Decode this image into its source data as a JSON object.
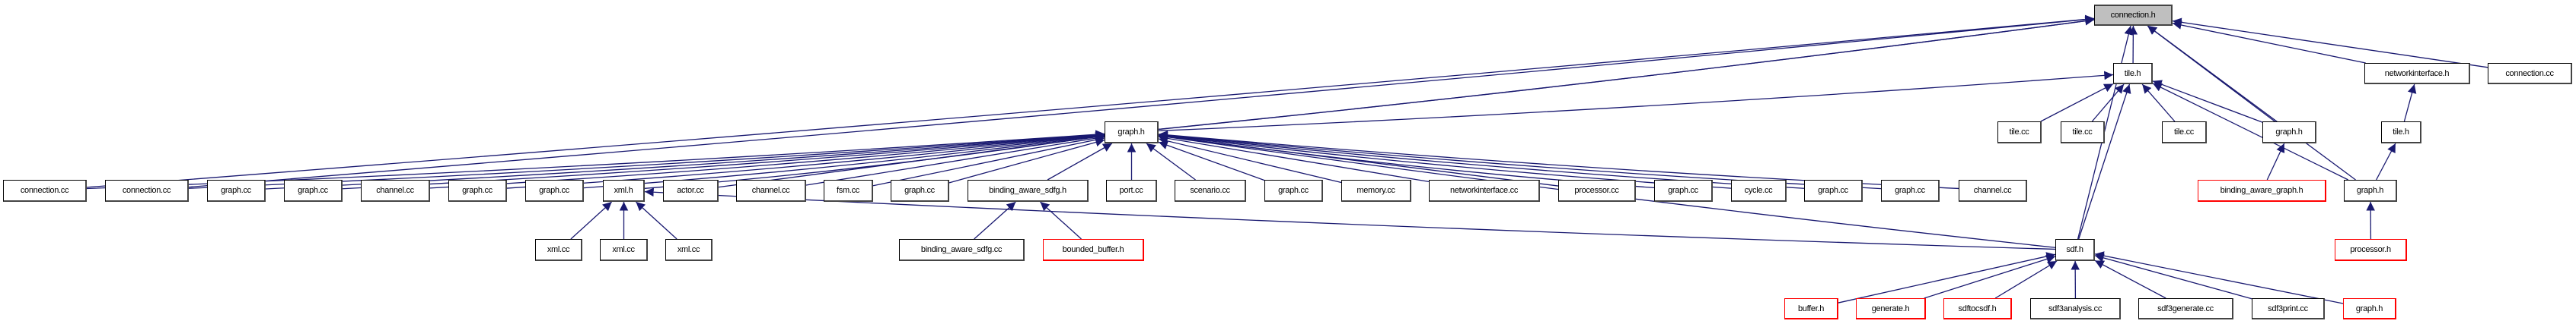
{
  "title": "connection.h",
  "colors": {
    "edge": "#191970",
    "root_fill": "#bfbfbf",
    "missing_border": "#ff0000"
  },
  "nodes": [
    {
      "id": "root",
      "label": "connection.h",
      "style": "root"
    },
    {
      "id": "tile_h",
      "label": "tile.h"
    },
    {
      "id": "ni_h",
      "label": "networkinterface.h"
    },
    {
      "id": "conn_cc_r",
      "label": "connection.cc"
    },
    {
      "id": "graph_h_main",
      "label": "graph.h"
    },
    {
      "id": "tile_cc1",
      "label": "tile.cc"
    },
    {
      "id": "tile_cc2",
      "label": "tile.cc"
    },
    {
      "id": "tile_cc3",
      "label": "tile.cc"
    },
    {
      "id": "graph_h_r3",
      "label": "graph.h"
    },
    {
      "id": "tile_h2",
      "label": "tile.h"
    },
    {
      "id": "conn_cc1",
      "label": "connection.cc"
    },
    {
      "id": "conn_cc2",
      "label": "connection.cc"
    },
    {
      "id": "graph_cc1",
      "label": "graph.cc"
    },
    {
      "id": "graph_cc2",
      "label": "graph.cc"
    },
    {
      "id": "channel_cc1",
      "label": "channel.cc"
    },
    {
      "id": "graph_cc3",
      "label": "graph.cc"
    },
    {
      "id": "graph_cc4",
      "label": "graph.cc"
    },
    {
      "id": "xml_h",
      "label": "xml.h"
    },
    {
      "id": "actor_cc",
      "label": "actor.cc"
    },
    {
      "id": "channel_cc2",
      "label": "channel.cc"
    },
    {
      "id": "fsm_cc",
      "label": "fsm.cc"
    },
    {
      "id": "graph_cc5",
      "label": "graph.cc"
    },
    {
      "id": "bas_h",
      "label": "binding_aware_sdfg.h"
    },
    {
      "id": "port_cc",
      "label": "port.cc"
    },
    {
      "id": "scenario_cc",
      "label": "scenario.cc"
    },
    {
      "id": "graph_cc6",
      "label": "graph.cc"
    },
    {
      "id": "memory_cc",
      "label": "memory.cc"
    },
    {
      "id": "ni_cc",
      "label": "networkinterface.cc"
    },
    {
      "id": "processor_cc",
      "label": "processor.cc"
    },
    {
      "id": "graph_cc7",
      "label": "graph.cc"
    },
    {
      "id": "cycle_cc",
      "label": "cycle.cc"
    },
    {
      "id": "graph_cc8",
      "label": "graph.cc"
    },
    {
      "id": "graph_cc9",
      "label": "graph.cc"
    },
    {
      "id": "channel_cc3",
      "label": "channel.cc"
    },
    {
      "id": "bag_h",
      "label": "binding_aware_graph.h",
      "style": "red"
    },
    {
      "id": "graph_h_r4",
      "label": "graph.h"
    },
    {
      "id": "xml_cc1",
      "label": "xml.cc"
    },
    {
      "id": "xml_cc2",
      "label": "xml.cc"
    },
    {
      "id": "xml_cc3",
      "label": "xml.cc"
    },
    {
      "id": "bas_cc",
      "label": "binding_aware_sdfg.cc"
    },
    {
      "id": "bb_h",
      "label": "bounded_buffer.h",
      "style": "red"
    },
    {
      "id": "sdf_h",
      "label": "sdf.h"
    },
    {
      "id": "processor_h",
      "label": "processor.h",
      "style": "red"
    },
    {
      "id": "buffer_h",
      "label": "buffer.h",
      "style": "red"
    },
    {
      "id": "generate_h",
      "label": "generate.h",
      "style": "red"
    },
    {
      "id": "sdftocsdf_h",
      "label": "sdftocsdf.h",
      "style": "red"
    },
    {
      "id": "sdf3analysis_cc",
      "label": "sdf3analysis.cc"
    },
    {
      "id": "sdf3generate_cc",
      "label": "sdf3generate.cc"
    },
    {
      "id": "sdf3print_cc",
      "label": "sdf3print.cc"
    },
    {
      "id": "graph_h_red",
      "label": "graph.h",
      "style": "red"
    }
  ],
  "edges": [
    [
      "conn_cc1",
      "root"
    ],
    [
      "conn_cc2",
      "root"
    ],
    [
      "graph_h_main",
      "root"
    ],
    [
      "graph_h_main",
      "root"
    ],
    [
      "tile_h",
      "root"
    ],
    [
      "sdf_h",
      "root"
    ],
    [
      "graph_h_r3",
      "root"
    ],
    [
      "graph_h_r4",
      "root"
    ],
    [
      "ni_h",
      "root"
    ],
    [
      "conn_cc_r",
      "root"
    ],
    [
      "graph_h_main",
      "tile_h"
    ],
    [
      "tile_cc1",
      "tile_h"
    ],
    [
      "tile_cc2",
      "tile_h"
    ],
    [
      "tile_cc3",
      "tile_h"
    ],
    [
      "graph_h_r3",
      "tile_h"
    ],
    [
      "graph_h_r4",
      "tile_h"
    ],
    [
      "sdf_h",
      "tile_h"
    ],
    [
      "tile_h2",
      "ni_h"
    ],
    [
      "graph_h_r4",
      "tile_h2"
    ],
    [
      "bag_h",
      "graph_h_r3"
    ],
    [
      "processor_h",
      "graph_h_r4"
    ],
    [
      "conn_cc1",
      "graph_h_main"
    ],
    [
      "conn_cc2",
      "graph_h_main"
    ],
    [
      "graph_cc1",
      "graph_h_main"
    ],
    [
      "graph_cc2",
      "graph_h_main"
    ],
    [
      "channel_cc1",
      "graph_h_main"
    ],
    [
      "graph_cc3",
      "graph_h_main"
    ],
    [
      "graph_cc4",
      "graph_h_main"
    ],
    [
      "xml_h",
      "graph_h_main"
    ],
    [
      "actor_cc",
      "graph_h_main"
    ],
    [
      "channel_cc2",
      "graph_h_main"
    ],
    [
      "fsm_cc",
      "graph_h_main"
    ],
    [
      "graph_cc5",
      "graph_h_main"
    ],
    [
      "bas_h",
      "graph_h_main"
    ],
    [
      "port_cc",
      "graph_h_main"
    ],
    [
      "scenario_cc",
      "graph_h_main"
    ],
    [
      "graph_cc6",
      "graph_h_main"
    ],
    [
      "memory_cc",
      "graph_h_main"
    ],
    [
      "ni_cc",
      "graph_h_main"
    ],
    [
      "processor_cc",
      "graph_h_main"
    ],
    [
      "graph_cc7",
      "graph_h_main"
    ],
    [
      "cycle_cc",
      "graph_h_main"
    ],
    [
      "graph_cc8",
      "graph_h_main"
    ],
    [
      "graph_cc9",
      "graph_h_main"
    ],
    [
      "channel_cc3",
      "graph_h_main"
    ],
    [
      "sdf_h",
      "graph_h_main"
    ],
    [
      "xml_cc1",
      "xml_h"
    ],
    [
      "xml_cc2",
      "xml_h"
    ],
    [
      "xml_cc3",
      "xml_h"
    ],
    [
      "sdf_h",
      "xml_h"
    ],
    [
      "bas_cc",
      "bas_h"
    ],
    [
      "bb_h",
      "bas_h"
    ],
    [
      "buffer_h",
      "sdf_h"
    ],
    [
      "generate_h",
      "sdf_h"
    ],
    [
      "sdftocsdf_h",
      "sdf_h"
    ],
    [
      "sdf3analysis_cc",
      "sdf_h"
    ],
    [
      "sdf3generate_cc",
      "sdf_h"
    ],
    [
      "sdf3print_cc",
      "sdf_h"
    ],
    [
      "graph_h_red",
      "sdf_h"
    ]
  ]
}
